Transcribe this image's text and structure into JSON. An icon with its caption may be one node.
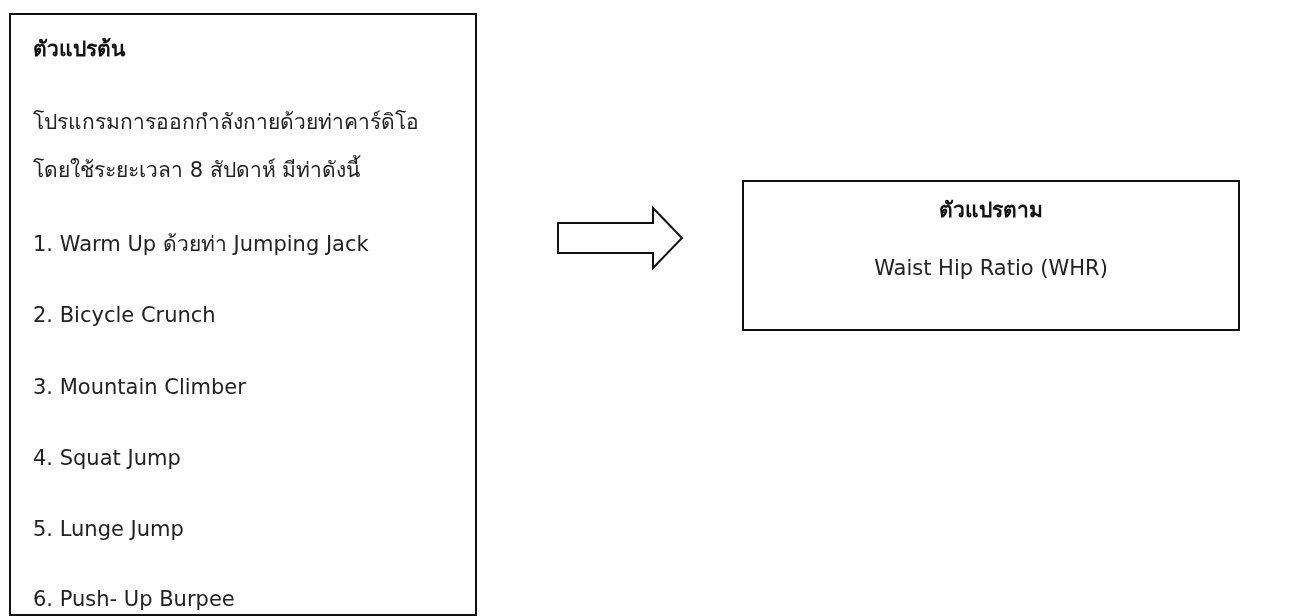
{
  "diagram": {
    "nodes": [
      {
        "text": [
          "ตัวแปรต้น",
          "โปรแกรมการออกกำลังกายด้วยท่าคาร์ดิโอ โดยใช้ระยะเวลา 8 สัปดาห์ มีท่าดังนี้",
          "1. Warm Up ด้วยท่า Jumping Jack",
          "2. Bicycle Crunch",
          "3. Mountain Climber",
          "4. Squat Jump",
          "5. Lunge Jump",
          "6. Push- Up Burpee"
        ]
      },
      {
        "text": [
          "ตัวแปรตาม",
          "Waist Hip Ratio (WHR)"
        ]
      }
    ],
    "edges": [
      {
        "from": 0,
        "to": 1,
        "arrow": "to"
      }
    ]
  }
}
